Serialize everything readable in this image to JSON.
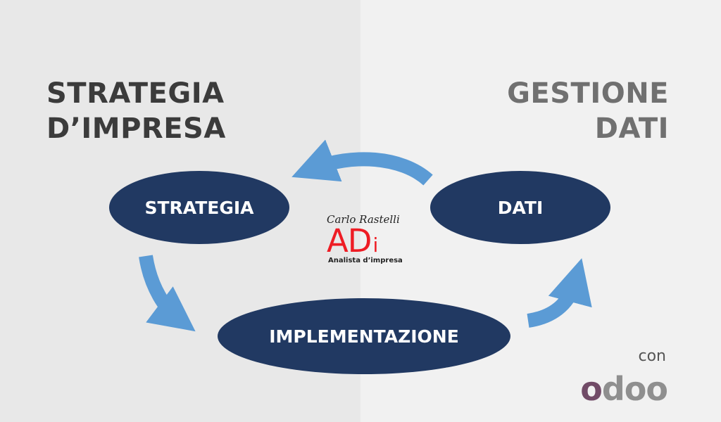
{
  "headings": {
    "left": [
      "STRATEGIA",
      "D’IMPRESA"
    ],
    "right": [
      "GESTIONE",
      "DATI"
    ]
  },
  "nodes": {
    "strategia": "STRATEGIA",
    "dati": "DATI",
    "implementazione": "IMPLEMENTAZIONE"
  },
  "logo": {
    "name": "Carlo Rastelli",
    "mark": "AD",
    "mark_suffix": "i",
    "subtitle": "Analista d’impresa"
  },
  "footer": {
    "con": "con",
    "brand": "odoo"
  },
  "colors": {
    "node_fill": "#213962",
    "arrow_fill": "#5b9bd5",
    "heading_left": "#3b3b3b",
    "heading_right": "#707070",
    "logo_red": "#ee1c24",
    "odoo_purple": "#714b67",
    "odoo_gray": "#8f8f8f"
  },
  "icons": [
    "arrow-curved-icon"
  ]
}
